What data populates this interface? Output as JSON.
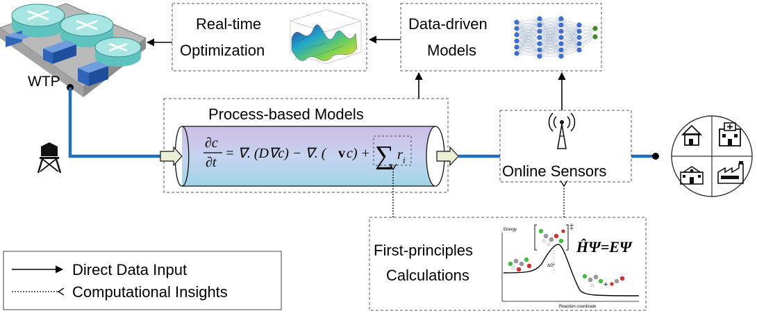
{
  "diagram": {
    "wtp_label": "WTP",
    "realtime": {
      "line1": "Real-time",
      "line2": "Optimization"
    },
    "datadriven": {
      "line1": "Data-driven",
      "line2": "Models"
    },
    "process": {
      "title": "Process-based Models"
    },
    "equation": {
      "dc": "∂c",
      "dt": "∂t",
      "rhs": "= ∇. (D∇c) − ∇. (",
      "v": "v",
      "rhs2": "c) +",
      "sum": "∑",
      "r": "r",
      "i": "i"
    },
    "sensors": {
      "label": "Online Sensors"
    },
    "firstprinciples": {
      "line1": "First-principles",
      "line2": "Calculations"
    },
    "energy_plot": {
      "ylabel": "Energy",
      "xlabel": "Reaction coordinate",
      "barrier": "ΔG*",
      "dagger": "‡",
      "plus": "+",
      "schrodinger": "ĤΨ=EΨ"
    },
    "legend": {
      "direct": "Direct Data Input",
      "computational": "Computational Insights"
    }
  },
  "colors": {
    "pipe": "#1f6fbf",
    "pipe_gradient_top": "#c9d3ee",
    "pipe_gradient_bottom": "#a6d2ea",
    "tank": "#7fd3cf",
    "building": "#3a6fc0",
    "arrow_fill": "#e8efd2",
    "node": "#3f6fc7",
    "node_output": "#3f8a26"
  }
}
